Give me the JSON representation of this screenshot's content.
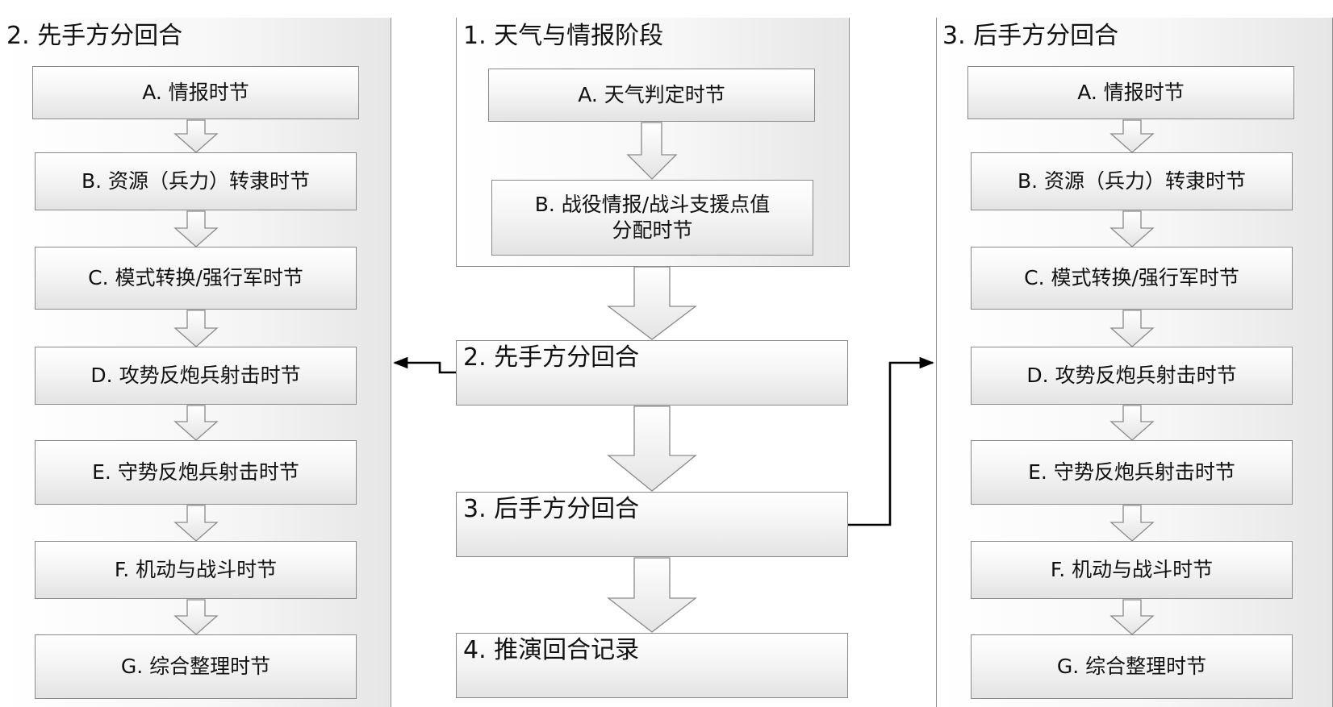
{
  "left": {
    "title": "2. 先手方分回合",
    "steps": [
      "A. 情报时节",
      "B. 资源（兵力）转隶时节",
      "C. 模式转换/强行军时节",
      "D. 攻势反炮兵射击时节",
      "E. 守势反炮兵射击时节",
      "F. 机动与战斗时节",
      "G. 综合整理时节"
    ]
  },
  "center": {
    "weather": {
      "title": "1. 天气与情报阶段",
      "step_a": "A. 天气判定时节",
      "step_b": "B. 战役情报/战斗支援点值\n分配时节"
    },
    "first_round": "2. 先手方分回合",
    "second_round": "3. 后手方分回合",
    "record": "4. 推演回合记录"
  },
  "right": {
    "title": "3. 后手方分回合",
    "steps": [
      "A. 情报时节",
      "B. 资源（兵力）转隶时节",
      "C. 模式转换/强行军时节",
      "D. 攻势反炮兵射击时节",
      "E. 守势反炮兵射击时节",
      "F. 机动与战斗时节",
      "G. 综合整理时节"
    ]
  }
}
